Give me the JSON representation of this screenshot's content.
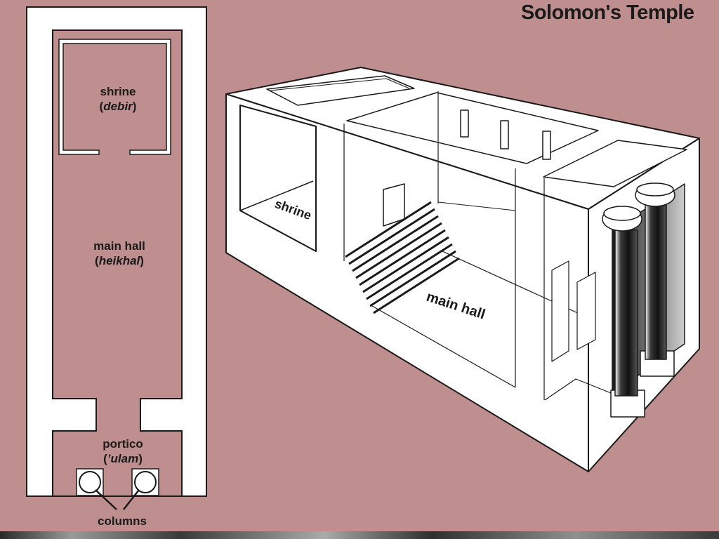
{
  "title": "Solomon's Temple",
  "plan": {
    "shrine": "shrine",
    "shrine_term": "debir",
    "main_hall": "main hall",
    "main_hall_term": "heikhal",
    "portico": "portico",
    "portico_term": "’ulam",
    "columns": "columns"
  },
  "cutaway": {
    "shrine": "shrine",
    "main_hall": "main hall"
  },
  "colors": {
    "background": "#bf8f8f",
    "wall": "#ffffff",
    "ink": "#1a1a1a"
  }
}
